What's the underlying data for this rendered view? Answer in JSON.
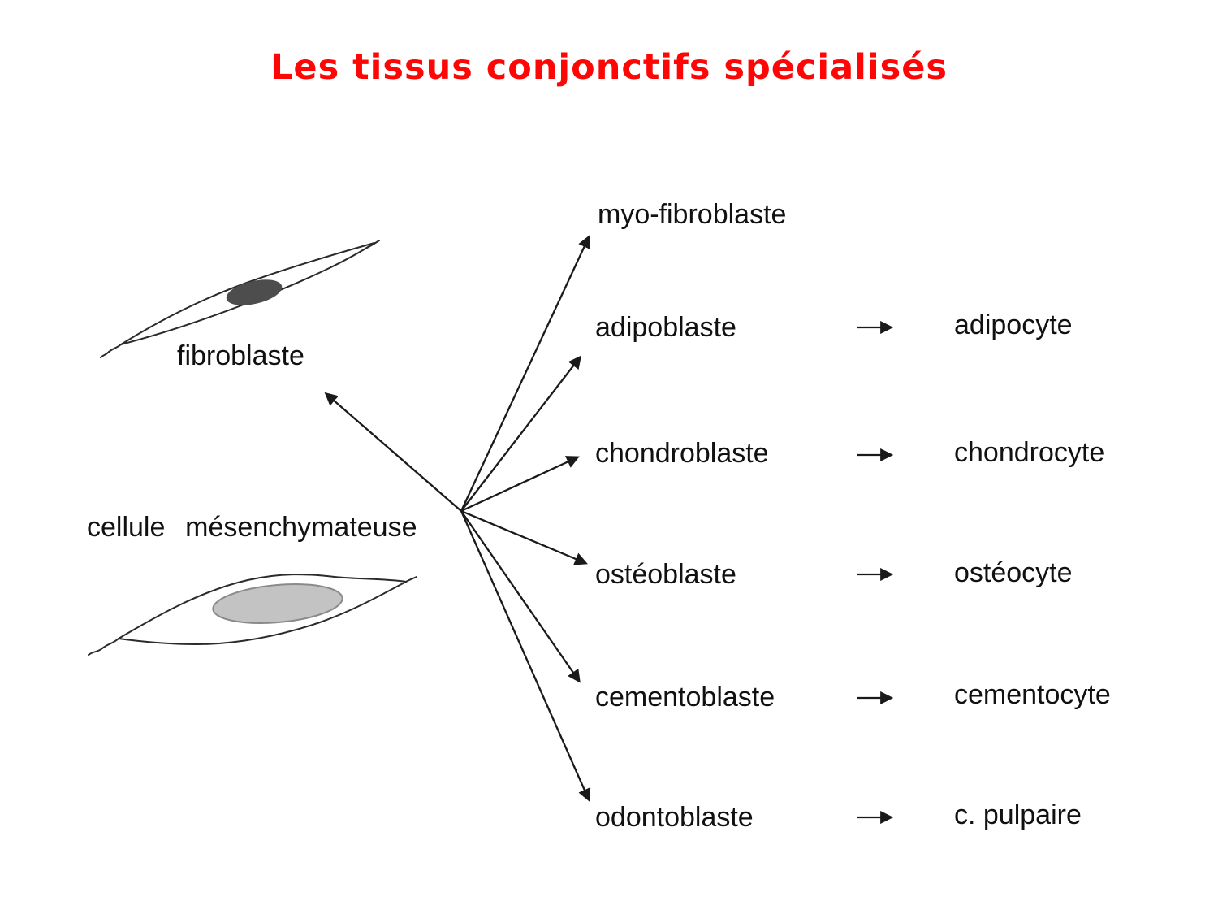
{
  "title": {
    "text": "Les tissus conjonctifs spécialisés"
  },
  "source_cells": {
    "fibroblaste": "fibroblaste",
    "mesenchymateuse": "cellule mésenchymateuse"
  },
  "lineages": [
    {
      "precursor": "myo-fibroblaste",
      "mature": ""
    },
    {
      "precursor": "adipoblaste",
      "mature": "adipocyte"
    },
    {
      "precursor": "chondroblaste",
      "mature": "chondrocyte"
    },
    {
      "precursor": "ostéoblaste",
      "mature": "ostéocyte"
    },
    {
      "precursor": "cementoblaste",
      "mature": "cementocyte"
    },
    {
      "precursor": "odontoblaste",
      "mature": "c. pulpaire"
    }
  ],
  "colors": {
    "title_red": "#fe0606",
    "text_black": "#111111",
    "arrow_line": "#1a1a1a",
    "fibroblaste_nucleus": "#4d4d4d",
    "mesenchymal_nucleus": "#c3c3c3",
    "mesenchymal_nucleus_outline": "#8a8a8a"
  }
}
